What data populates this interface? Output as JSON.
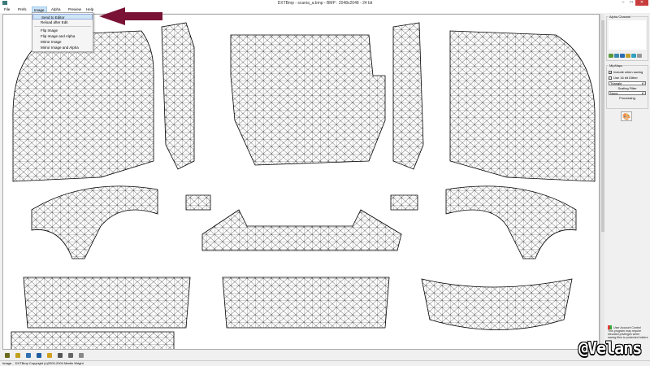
{
  "window": {
    "title": "DXTBmp - scania_a.bmp - BMP : 2048x2048 - 24 bit",
    "minimize": "–",
    "maximize": "□",
    "close": "✕"
  },
  "menu": [
    "File",
    "Prefs",
    "Image",
    "Alpha",
    "Preview",
    "Help"
  ],
  "image_menu": {
    "items": [
      "Send to Editor",
      "Reload after Edit",
      "Flip Image",
      "Flip Image and Alpha",
      "Mirror Image",
      "Mirror Image and Alpha"
    ],
    "highlighted": "Send to Editor"
  },
  "panel": {
    "alpha_channel_label": "Alpha Channel",
    "mipmaps_label": "MipMaps",
    "include_when_saving": "Include when saving",
    "include_checked": true,
    "use_16bit_dither": "Use 16 bit Dither",
    "dither_checked": false,
    "filter_value": "Triangle",
    "scaling_filter_label": "Scaling Filter",
    "processing_value": "None",
    "processing_label": "Processing",
    "uac_title": "User Account Control",
    "uac_text": "This program may require elevated privileges when saving files to protected folders"
  },
  "status": "Image... DXTBmp Copyright (c)2000-2004 Martin Wright",
  "watermark": "@Velans",
  "colors": {
    "arrow": "#7a1236",
    "highlight": "#cde6f7",
    "close": "#c83c3c"
  }
}
